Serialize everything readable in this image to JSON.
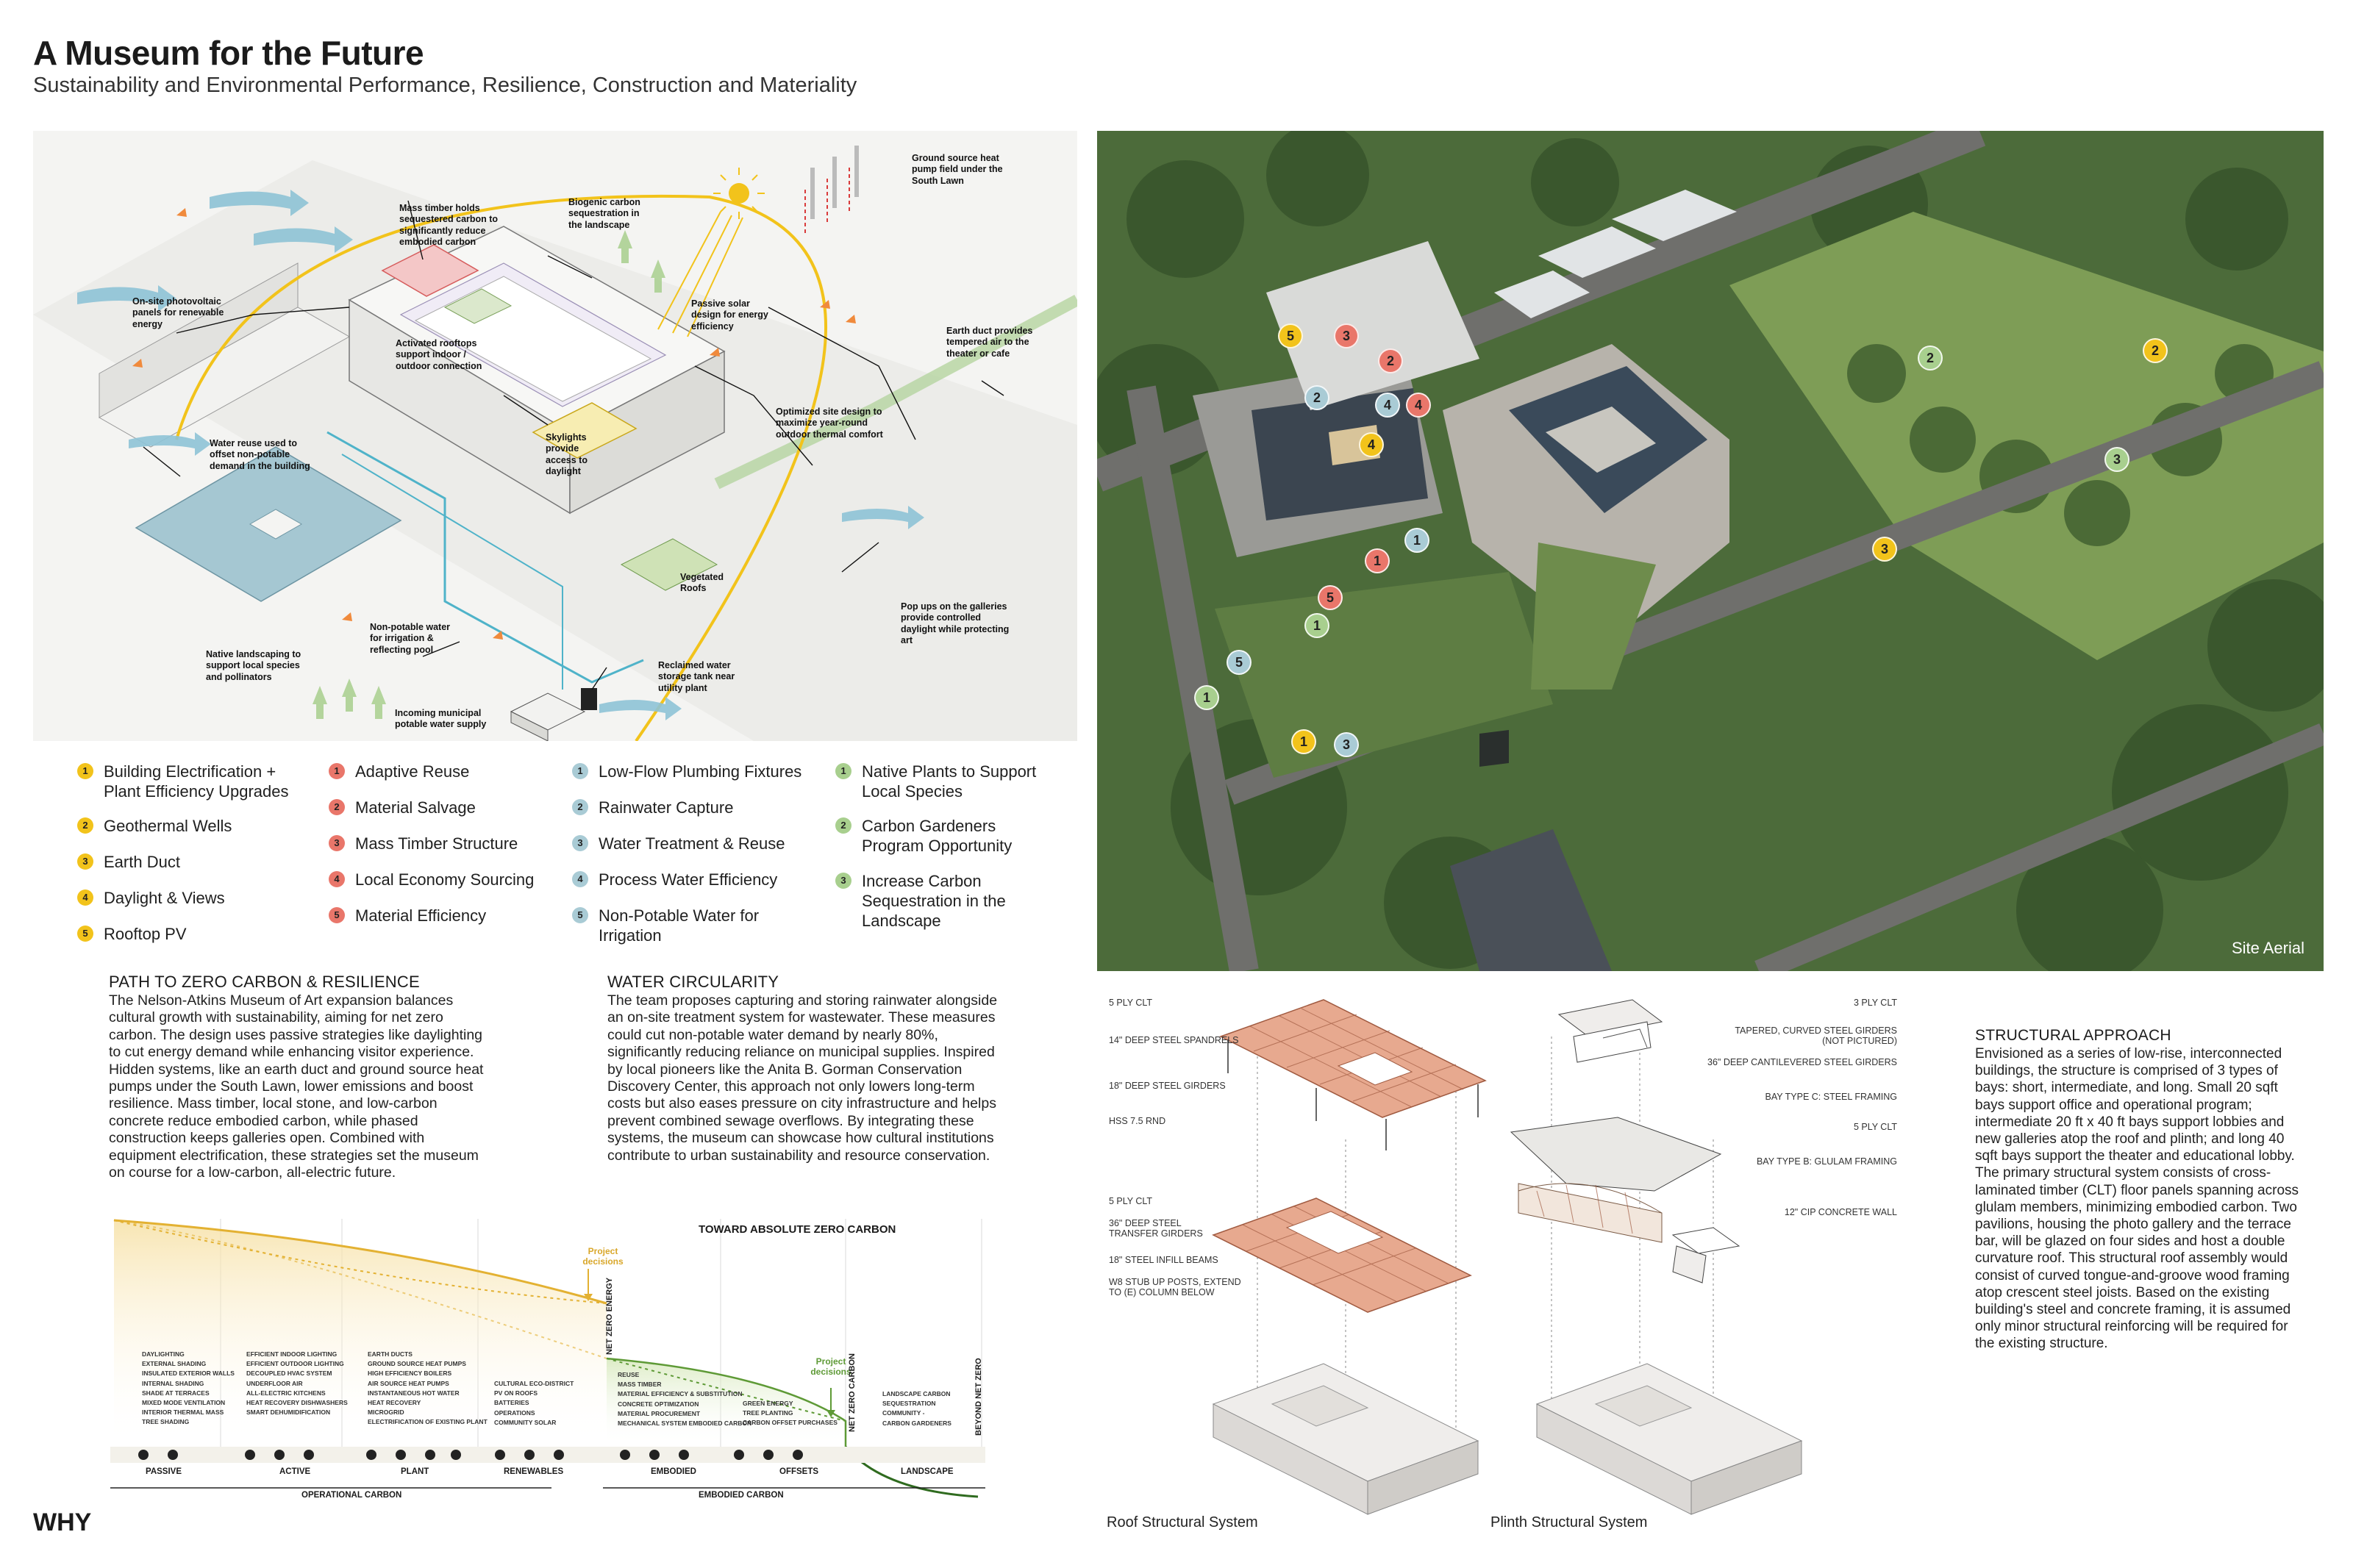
{
  "header": {
    "title": "A Museum for the Future",
    "subtitle": "Sustainability and Environmental Performance, Resilience, Construction and Materiality",
    "why": "WHY"
  },
  "axo_callouts": [
    "Mass timber holds sequestered carbon to significantly reduce embodied carbon",
    "Biogenic carbon sequestration in the landscape",
    "Ground source heat pump field under the South Lawn",
    "On-site photovoltaic panels for renewable energy",
    "Passive solar design for energy efficiency",
    "Earth duct provides tempered air to the theater or cafe",
    "Activated rooftops support indoor / outdoor connection",
    "Optimized site design to maximize year-round outdoor thermal comfort",
    "Water reuse used to offset non-potable demand in the building",
    "Skylights provide access to daylight",
    "Vegetated Roofs",
    "Pop ups on the galleries provide controlled daylight while protecting art",
    "Non-potable water for irrigation & reflecting pool",
    "Native landscaping to support local species and pollinators",
    "Reclaimed water storage tank near utility plant",
    "Incoming municipal potable water supply"
  ],
  "legend": {
    "yellow": [
      "Building Electrification + Plant Efficiency Upgrades",
      "Geothermal Wells",
      "Earth Duct",
      "Daylight & Views",
      "Rooftop PV"
    ],
    "red": [
      "Adaptive Reuse",
      "Material Salvage",
      "Mass Timber Structure",
      "Local Economy Sourcing",
      "Material Efficiency"
    ],
    "blue": [
      "Low-Flow Plumbing Fixtures",
      "Rainwater Capture",
      "Water Treatment & Reuse",
      "Process Water Efficiency",
      "Non-Potable Water for Irrigation"
    ],
    "green": [
      "Native Plants to Support Local Species",
      "Carbon Gardeners Program Opportunity",
      "Increase Carbon Sequestration in the Landscape"
    ],
    "numbers": [
      "1",
      "2",
      "3",
      "4",
      "5"
    ],
    "colors": {
      "yellow": "#f2c31b",
      "red": "#e9766a",
      "blue": "#a9cbd5",
      "green": "#a8cf8e"
    }
  },
  "path_section": {
    "heading": "PATH TO ZERO CARBON & RESILIENCE",
    "body": "The Nelson-Atkins Museum of Art expansion balances cultural growth with sustainability, aiming for net zero carbon. The design uses passive strategies like daylighting to cut energy demand while enhancing visitor experience. Hidden systems, like an earth duct and ground source heat pumps under the South Lawn, lower emissions and boost resilience. Mass timber, local stone, and low-carbon concrete reduce embodied carbon, while phased construction keeps galleries open. Combined with equipment electrification, these strategies set the museum on course for a low-carbon, all-electric future."
  },
  "water_section": {
    "heading": "WATER CIRCULARITY",
    "body": "The team proposes capturing and storing rainwater alongside an on-site treatment system for wastewater. These measures could cut non-potable water demand by nearly 80%, significantly reducing reliance on municipal supplies. Inspired by local pioneers like the Anita B. Gorman Conservation Discovery Center, this approach not only lowers long-term costs but also eases pressure on city infrastructure and helps prevent combined sewage overflows. By integrating these systems, the museum can showcase how cultural institutions contribute to urban sustainability and resource conservation."
  },
  "chart": {
    "title": "TOWARD ABSOLUTE ZERO CARBON",
    "annotation_1": "Project decisions",
    "annotation_2": "Project decisions",
    "net_zero_energy": "NET ZERO ENERGY",
    "net_zero_carbon": "NET ZERO CARBON",
    "beyond_net_zero": "BEYOND NET ZERO",
    "categories": [
      "PASSIVE",
      "ACTIVE",
      "PLANT",
      "RENEWABLES",
      "EMBODIED",
      "OFFSETS",
      "LANDSCAPE"
    ],
    "groups": [
      "OPERATIONAL CARBON",
      "EMBODIED CARBON"
    ],
    "lists": {
      "passive": [
        "DAYLIGHTING",
        "EXTERNAL SHADING",
        "INSULATED EXTERIOR WALLS",
        "INTERNAL SHADING",
        "SHADE AT TERRACES",
        "MIXED MODE VENTILATION",
        "INTERIOR THERMAL MASS",
        "TREE SHADING"
      ],
      "active": [
        "EFFICIENT INDOOR LIGHTING",
        "EFFICIENT OUTDOOR LIGHTING",
        "DECOUPLED HVAC SYSTEM",
        "UNDERFLOOR AIR",
        "ALL-ELECTRIC KITCHENS",
        "HEAT RECOVERY DISHWASHERS",
        "SMART DEHUMIDIFICATION"
      ],
      "plant": [
        "EARTH DUCTS",
        "GROUND SOURCE HEAT PUMPS",
        "HIGH EFFICIENCY BOILERS",
        "AIR SOURCE HEAT PUMPS",
        "INSTANTANEOUS HOT WATER",
        "HEAT RECOVERY",
        "MICROGRID",
        "ELECTRIFICATION OF EXISTING PLANT"
      ],
      "renewables": [
        "CULTURAL ECO-DISTRICT",
        "PV ON ROOFS",
        "BATTERIES",
        "OPERATIONS",
        "COMMUNITY SOLAR"
      ],
      "embodied": [
        "REUSE",
        "MASS TIMBER",
        "MATERIAL EFFICIENCY & SUBSTITUTION",
        "CONCRETE OPTIMIZATION",
        "MATERIAL PROCUREMENT",
        "MECHANICAL SYSTEM EMBODIED CARBON"
      ],
      "offsets": [
        "GREEN ENERGY",
        "TREE PLANTING",
        "CARBON OFFSET PURCHASES"
      ],
      "landscape": [
        "LANDSCAPE CARBON",
        "SEQUESTRATION",
        "COMMUNITY -",
        "CARBON GARDENERS"
      ]
    }
  },
  "aerial": {
    "label": "Site Aerial"
  },
  "roof_system": {
    "caption": "Roof Structural System",
    "labels_top": [
      "5 PLY CLT",
      "14\" DEEP STEEL SPANDRELS",
      "18\" DEEP STEEL GIRDERS",
      "HSS 7.5 RND"
    ],
    "labels_bottom": [
      "5 PLY CLT",
      "36\" DEEP STEEL TRANSFER GIRDERS",
      "18\" STEEL INFILL BEAMS",
      "W8 STUB UP POSTS, EXTEND TO (E) COLUMN BELOW"
    ]
  },
  "plinth_system": {
    "caption": "Plinth Structural System",
    "labels": [
      "3 PLY CLT",
      "TAPERED, CURVED STEEL GIRDERS (NOT PICTURED)",
      "36\" DEEP CANTILEVERED STEEL GIRDERS",
      "BAY TYPE C: STEEL FRAMING",
      "5 PLY CLT",
      "BAY TYPE B: GLULAM FRAMING",
      "12\" CIP CONCRETE WALL"
    ]
  },
  "structural": {
    "heading": "STRUCTURAL APPROACH",
    "body": "Envisioned as a series of low-rise, interconnected buildings, the structure is comprised of 3 types of bays: short, intermediate, and long. Small 20 sqft bays support office and operational program; intermediate 20 ft x 40 ft bays support lobbies and new galleries atop the roof and plinth; and long 40 sqft bays support the theater and educational lobby. The primary structural system consists of cross-laminated timber (CLT) floor panels spanning across glulam members, minimizing embodied carbon. Two pavilions, housing the photo gallery and the terrace bar, will be glazed on four sides and host a double curvature roof. This structural roof assembly would consist of curved tongue-and-groove wood framing atop crescent steel joists.  Based on the existing building's steel and concrete framing, it is assumed only minor structural reinforcing will be required for the existing structure."
  }
}
